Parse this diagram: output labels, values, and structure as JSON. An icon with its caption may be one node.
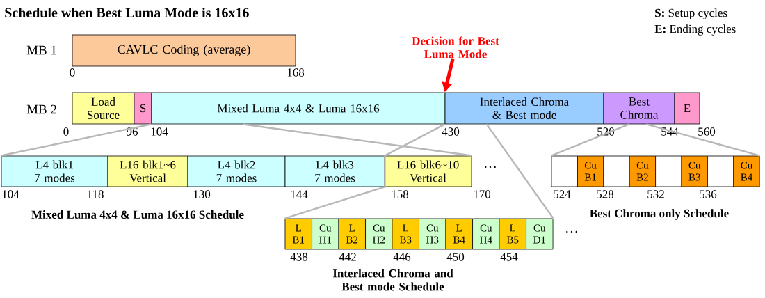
{
  "diagram": {
    "title": "Schedule when Best Luma Mode is 16x16",
    "nodes": [
      {
        "text": [
          "CAVLC Coding (average)"
        ]
      },
      {
        "text": [
          "Decision for Best Luma Mode"
        ]
      },
      {
        "text": [
          "Load Source"
        ]
      },
      {
        "text": [
          "S"
        ]
      },
      {
        "text": [
          "Mixed Luma 4x4 & Luma 16x16"
        ]
      },
      {
        "text": [
          "Interlaced Chroma & Best mode"
        ]
      },
      {
        "text": [
          "Best Chroma"
        ]
      },
      {
        "text": [
          "E"
        ]
      },
      {
        "text": [
          "L4 blk1 7 modes"
        ]
      },
      {
        "text": [
          "L16 blk1~6 Vertical"
        ]
      },
      {
        "text": [
          "L4 blk2 7 modes"
        ]
      },
      {
        "text": [
          "L4 blk3 7 modes"
        ]
      },
      {
        "text": [
          "L16 blk6~10 Vertical"
        ]
      },
      {
        "text": [],
        "shape": "box"
      },
      {
        "text": [
          "Cu B1"
        ]
      },
      {
        "text": [],
        "shape": "box"
      },
      {
        "text": [
          "Cu B2"
        ]
      },
      {
        "text": [],
        "shape": "box"
      },
      {
        "text": [
          "Cu B3"
        ]
      },
      {
        "text": [],
        "shape": "box"
      },
      {
        "text": [
          "Cu B4"
        ]
      },
      {
        "text": [
          "L B1"
        ]
      },
      {
        "text": [
          "Cu H1"
        ]
      },
      {
        "text": [
          "L B2"
        ]
      },
      {
        "text": [
          "Cu H2"
        ]
      },
      {
        "text": [
          "L B3"
        ]
      },
      {
        "text": [
          "Cu H3"
        ]
      },
      {
        "text": [
          "L B4"
        ]
      },
      {
        "text": [
          "Cu H4"
        ]
      },
      {
        "text": [
          "L B5"
        ]
      },
      {
        "text": [
          "Cu D1"
        ]
      }
    ],
    "edges": [
      {
        "from": 1,
        "to": 5,
        "arrow": "to",
        "style": "thick",
        "color": "#ff0000"
      },
      {
        "from": 4,
        "to": 8,
        "arrow": "none"
      },
      {
        "from": 4,
        "to": 12,
        "arrow": "none"
      },
      {
        "from": 5,
        "to": 21,
        "arrow": "none"
      },
      {
        "from": 5,
        "to": 30,
        "arrow": "none"
      },
      {
        "from": 6,
        "to": 13,
        "arrow": "none"
      },
      {
        "from": 6,
        "to": 20,
        "arrow": "none"
      }
    ],
    "labels": [
      "**S:** Setup cycles",
      "**E:** Ending cycles",
      "MB 1",
      "0",
      "168",
      "MB 2",
      "0",
      "96",
      "104",
      "430",
      "520",
      "544",
      "560",
      "104",
      "118",
      "130",
      "144",
      "158",
      "170",
      "…",
      "524",
      "528",
      "532",
      "536",
      "Mixed Luma 4x4 & Luma 16x16 Schedule",
      "Best Chroma only Schedule",
      "438",
      "442",
      "446",
      "450",
      "454",
      "…",
      "Interlaced Chroma and Best mode Schedule"
    ]
  }
}
